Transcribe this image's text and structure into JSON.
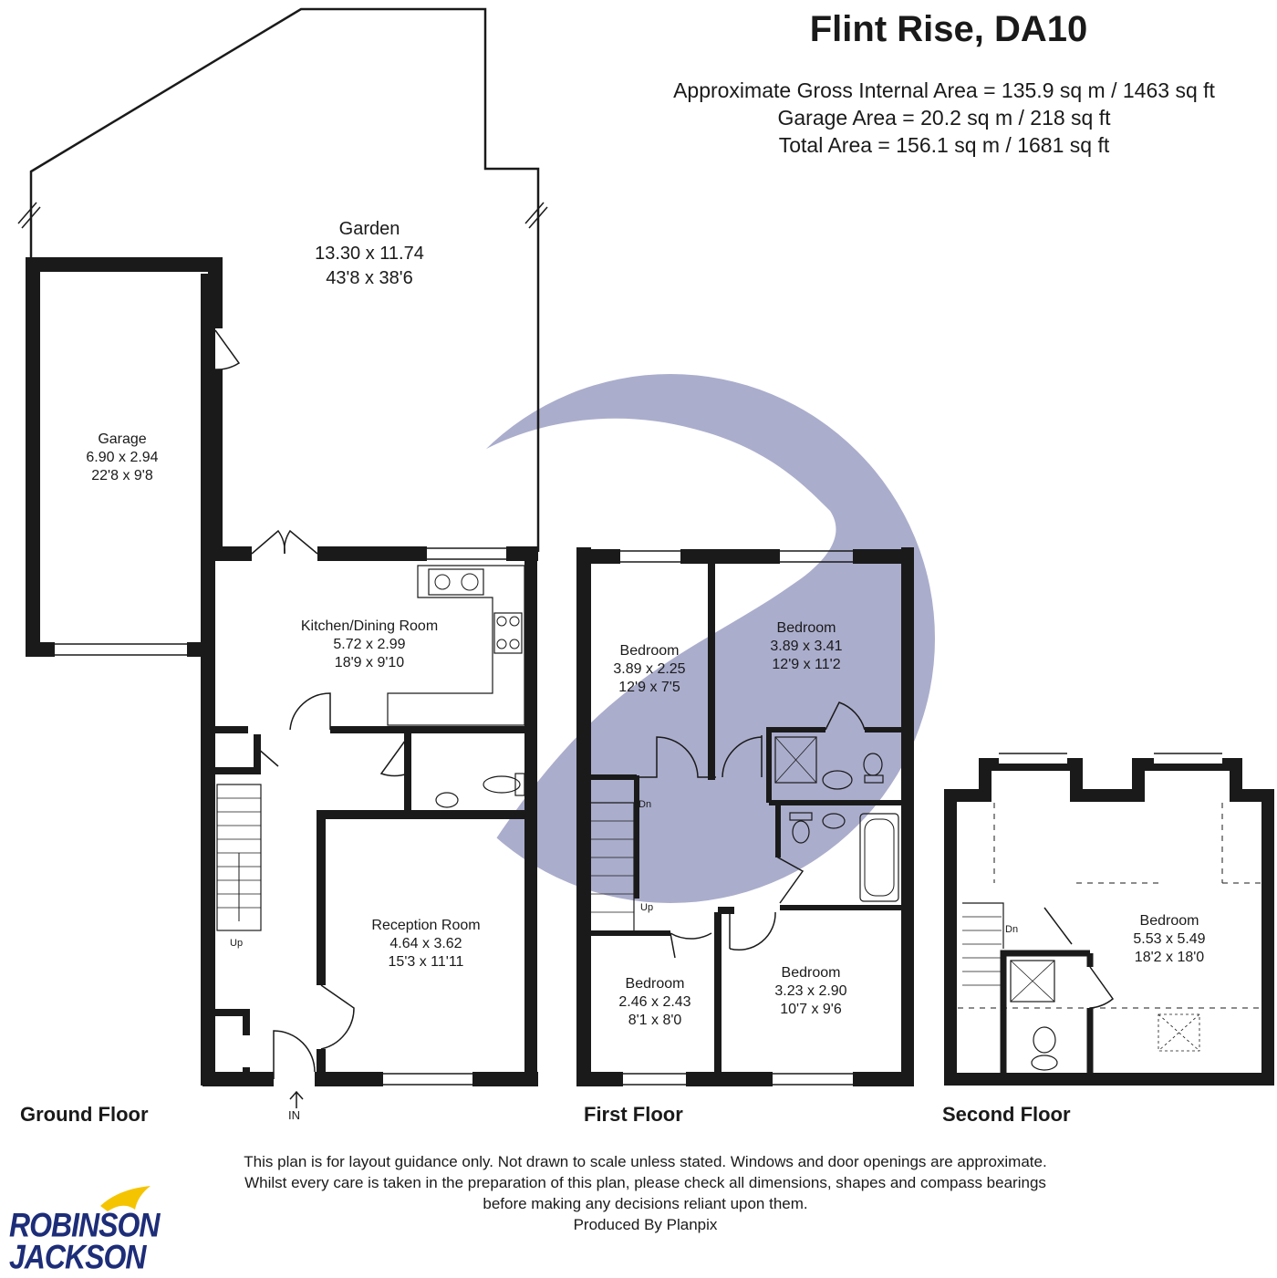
{
  "title": "Flint Rise, DA10",
  "areas": [
    "Approximate Gross Internal Area = 135.9 sq m / 1463 sq ft",
    "Garage  Area = 20.2 sq m / 218 sq ft",
    "Total Area = 156.1 sq m / 1681 sq ft"
  ],
  "floors": {
    "ground": "Ground Floor",
    "first": "First Floor",
    "second": "Second Floor"
  },
  "rooms": {
    "garden": {
      "name": "Garden",
      "metric": "13.30 x 11.74",
      "imperial": "43'8 x 38'6"
    },
    "garage": {
      "name": "Garage",
      "metric": "6.90 x 2.94",
      "imperial": "22'8 x 9'8"
    },
    "kitchen": {
      "name": "Kitchen/Dining Room",
      "metric": "5.72 x 2.99",
      "imperial": "18'9 x 9'10"
    },
    "reception": {
      "name": "Reception Room",
      "metric": "4.64 x 3.62",
      "imperial": "15'3 x 11'11"
    },
    "bed1": {
      "name": "Bedroom",
      "metric": "3.89 x 2.25",
      "imperial": "12'9 x 7'5"
    },
    "bed2": {
      "name": "Bedroom",
      "metric": "3.89 x 3.41",
      "imperial": "12'9 x 11'2"
    },
    "bed3": {
      "name": "Bedroom",
      "metric": "2.46 x 2.43",
      "imperial": "8'1 x 8'0"
    },
    "bed4": {
      "name": "Bedroom",
      "metric": "3.23 x 2.90",
      "imperial": "10'7 x 9'6"
    },
    "bed5": {
      "name": "Bedroom",
      "metric": "5.53 x 5.49",
      "imperial": "18'2 x 18'0"
    }
  },
  "stair_labels": {
    "ground_up": "Up",
    "first_dn": "Dn",
    "first_up": "Up",
    "second_dn": "Dn"
  },
  "entrance": "IN",
  "disclaimer": "This plan is for layout guidance only. Not drawn to scale unless stated. Windows and door openings are approximate. Whilst every care is taken in the preparation of this plan, please check all dimensions, shapes and compass bearings before making any decisions reliant upon them.",
  "produced_by": "Produced By Planpix",
  "logo": {
    "line1": "ROBINSON",
    "line2": "JACKSON"
  },
  "colors": {
    "wall": "#1a1a1a",
    "watermark": "#9c9fc4",
    "logo_blue": "#1d2d78",
    "logo_yellow": "#f5c400"
  }
}
